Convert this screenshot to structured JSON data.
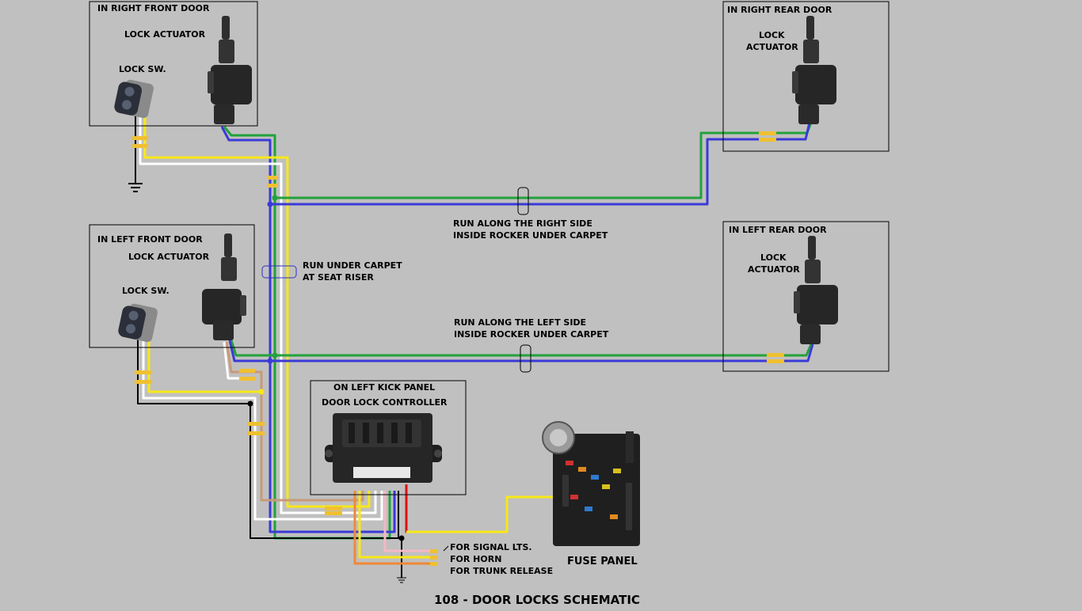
{
  "diagram": {
    "title": "108 - DOOR LOCKS SCHEMATIC",
    "boxes": {
      "right_front": {
        "label": "IN RIGHT FRONT DOOR",
        "actuator": "LOCK ACTUATOR",
        "switch": "LOCK SW."
      },
      "left_front": {
        "label": "IN LEFT FRONT DOOR",
        "actuator": "LOCK ACTUATOR",
        "switch": "LOCK SW."
      },
      "right_rear": {
        "label": "IN RIGHT REAR DOOR",
        "actuator_line1": "LOCK",
        "actuator_line2": "ACTUATOR"
      },
      "left_rear": {
        "label": "IN LEFT REAR DOOR",
        "actuator_line1": "LOCK",
        "actuator_line2": "ACTUATOR"
      },
      "controller": {
        "label": "ON LEFT KICK PANEL",
        "name": "DOOR LOCK CONTROLLER"
      }
    },
    "notes": {
      "seat_riser_1": "RUN UNDER CARPET",
      "seat_riser_2": "AT SEAT RISER",
      "right_side_1": "RUN ALONG THE RIGHT SIDE",
      "right_side_2": "INSIDE ROCKER UNDER CARPET",
      "left_side_1": "RUN ALONG THE LEFT SIDE",
      "left_side_2": "INSIDE ROCKER UNDER CARPET"
    },
    "outputs": {
      "signal": "FOR SIGNAL LTS.",
      "horn": "FOR HORN",
      "trunk": "FOR TRUNK RELEASE"
    },
    "fuse_panel": "FUSE PANEL",
    "wire_colors": {
      "green": "#22a23c",
      "blue": "#3a3ad8",
      "yellow": "#f8e818",
      "white": "#ffffff",
      "black": "#000000",
      "tan": "#c89a78",
      "orange": "#f08838",
      "pink": "#f4b8c4",
      "red": "#e01010",
      "connector": "#f0c030"
    }
  }
}
